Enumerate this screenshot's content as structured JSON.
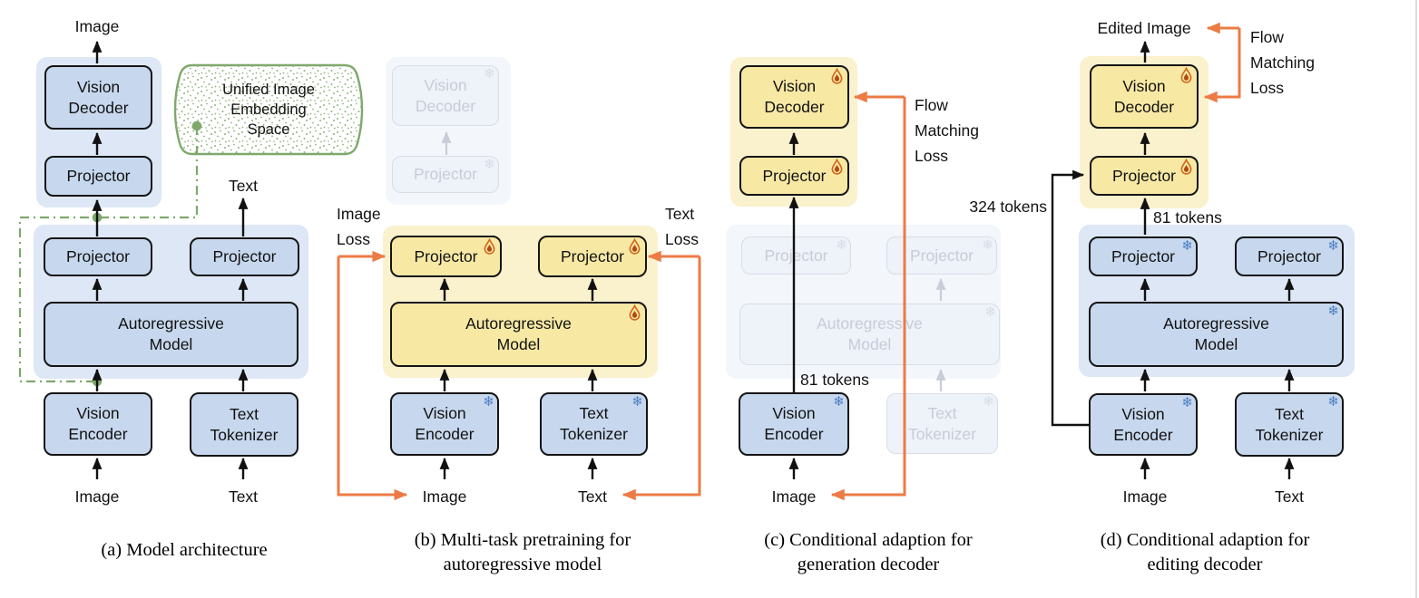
{
  "icons": {
    "frozen_snowflake": "❄",
    "trainable_flame": "flame"
  },
  "colors": {
    "accent_orange": "#ec7b45",
    "green": "#7ea86b",
    "blue_box": "#c7d8ee",
    "blue_container": "#dde7f5",
    "yellow_box": "#f7e8a4",
    "yellow_container": "#faf1cd",
    "snowflake_blue": "#4d7fc3",
    "flame_outline": "#d2691e",
    "flame_core": "#b04a12"
  },
  "panel_a": {
    "label_image_top": "Image",
    "box_vision_decoder": "Vision\nDecoder",
    "box_projector_top": "Projector",
    "embedding_space": "Unified Image\nEmbedding\nSpace",
    "label_text_top": "Text",
    "box_projector_left": "Projector",
    "box_projector_right": "Projector",
    "box_ar_model": "Autoregressive\nModel",
    "box_vision_encoder": "Vision\nEncoder",
    "box_text_tokenizer": "Text\nTokenizer",
    "label_image_bottom": "Image",
    "label_text_bottom": "Text",
    "caption": "(a) Model architecture"
  },
  "panel_b": {
    "box_vision_decoder_frozen": "Vision\nDecoder",
    "box_projector_frozen": "Projector",
    "label_image_loss": "Image\nLoss",
    "label_text_loss": "Text\nLoss",
    "box_projector_image": "Projector",
    "box_projector_text": "Projector",
    "box_ar_model": "Autoregressive\nModel",
    "box_vision_encoder": "Vision\nEncoder",
    "box_text_tokenizer": "Text\nTokenizer",
    "label_image_bottom": "Image",
    "label_text_bottom": "Text",
    "caption": "(b) Multi-task pretraining for\nautoregressive model"
  },
  "panel_c": {
    "box_vision_decoder": "Vision\nDecoder",
    "box_projector_top": "Projector",
    "label_flow_matching_loss": "Flow\nMatching\nLoss",
    "box_projector_left_frozen": "Projector",
    "box_projector_right_frozen": "Projector",
    "box_ar_model_frozen": "Autoregressive\nModel",
    "label_81_tokens": "81 tokens",
    "box_vision_encoder": "Vision\nEncoder",
    "box_text_tokenizer_frozen": "Text\nTokenizer",
    "label_image_bottom": "Image",
    "caption": "(c) Conditional adaption for\ngeneration decoder"
  },
  "panel_d": {
    "label_edited_image": "Edited Image",
    "label_flow_matching_loss": "Flow\nMatching\nLoss",
    "box_vision_decoder": "Vision\nDecoder",
    "box_projector_top": "Projector",
    "label_324_tokens": "324 tokens",
    "label_81_tokens": "81 tokens",
    "box_projector_left": "Projector",
    "box_projector_right": "Projector",
    "box_ar_model": "Autoregressive\nModel",
    "box_vision_encoder": "Vision\nEncoder",
    "box_text_tokenizer": "Text\nTokenizer",
    "label_image_bottom": "Image",
    "label_text_bottom": "Text",
    "caption": "(d) Conditional adaption for\nediting decoder"
  }
}
